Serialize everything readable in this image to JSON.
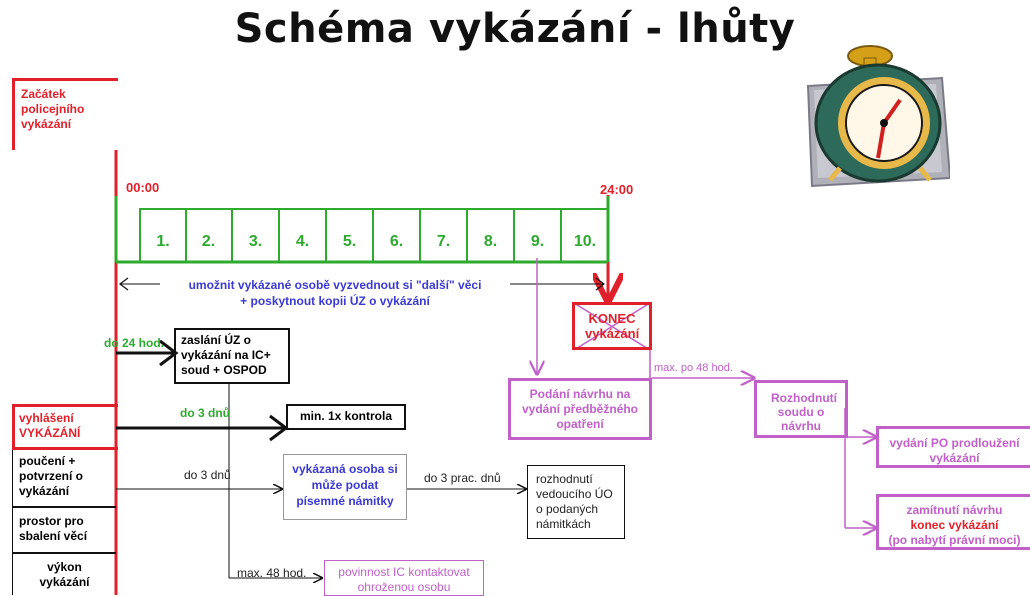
{
  "title": "Schéma  vykázání - lhůty",
  "start_label": "Začátek policejního vykázání",
  "time_start": "00:00",
  "time_end": "24:00",
  "hours": [
    "1.",
    "2.",
    "3.",
    "4.",
    "5.",
    "6.",
    "7.",
    "8.",
    "9.",
    "10."
  ],
  "span_note_line1": "umožnit vykázané osobě vyzvednout si \"další\" věci",
  "span_note_line2": "+ poskytnout kopii ÚZ o vykázání",
  "konec": "KONEC vykázání",
  "do24": "do 24 hod.",
  "zaslani": "zaslání ÚZ o vykázání na IC+ soud + OSPOD",
  "vyhlaseni_line1": "vyhlášení",
  "vyhlaseni_line2": "VYKÁZÁNÍ",
  "left_items": [
    "poučení + potvrzení o vykázání",
    "prostor pro sbalení věcí",
    "výkon vykázání"
  ],
  "do3_green": "do 3 dnů",
  "kontrola": "min. 1x kontrola",
  "do3_plain": "do 3 dnů",
  "namitky": "vykázaná osoba si může podat písemné námitky",
  "do3prac": "do 3 prac. dnů",
  "rozhodnuti_uo": "rozhodnutí vedoucího ÚO o podaných námitkách",
  "max48_left": "max. 48 hod.",
  "povinnost": "povinnost IC kontaktovat ohroženou osobu",
  "podani": "Podání návrhu na vydání předběžného opatření",
  "max48_right": "max. po 48 hod.",
  "rozhodnuti_soudu": "Rozhodnutí soudu o návrhu",
  "vydani": "vydání PO prodloužení  vykázání",
  "zamitnuti_line1": "zamítnutí návrhu",
  "zamitnuti_line2": "konec vykázání",
  "zamitnuti_line3": "(po nabytí právní moci)",
  "colors": {
    "red": "#e0202a",
    "green": "#2eaa2e",
    "purple": "#c060c8",
    "blue": "#3a3ad0"
  },
  "clock_icon": "alarm-clock-icon"
}
